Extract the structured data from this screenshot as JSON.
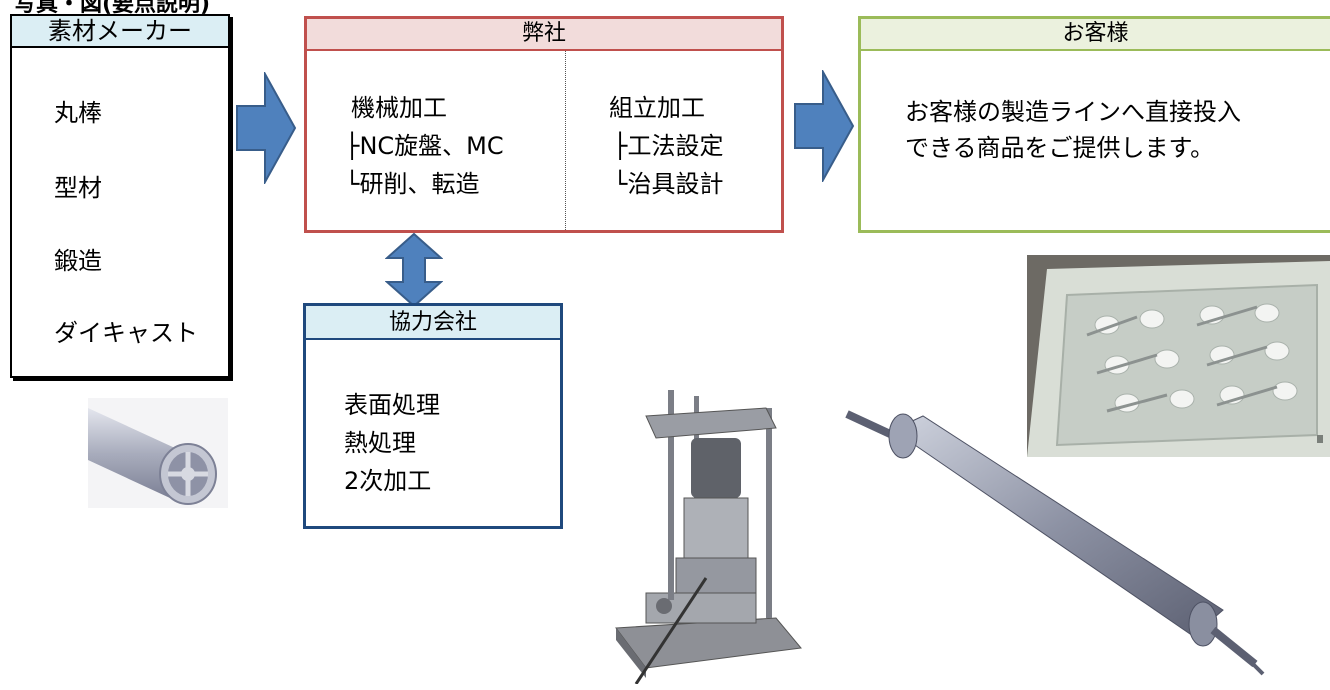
{
  "page": {
    "caption": "写真・図(要点説明)"
  },
  "material_maker": {
    "title": "素材メーカー",
    "items": [
      "丸棒",
      "型材",
      "鍛造",
      "ダイキャスト"
    ]
  },
  "company": {
    "title": "弊社",
    "machining": {
      "heading": "機械加工",
      "line1": "├NC旋盤、MC",
      "line2": "└研削、転造"
    },
    "assembly": {
      "heading": "組立加工",
      "line1": "├工法設定",
      "line2": "└治具設計"
    }
  },
  "customer": {
    "title": "お客様",
    "line1": "お客様の製造ラインへ直接投入",
    "line2": "できる商品をご提供します。"
  },
  "partner": {
    "title": "協力会社",
    "items": [
      "表面処理",
      "熱処理",
      "2次加工"
    ]
  },
  "colors": {
    "material_border": "#000000",
    "material_header": "#dbeef4",
    "company_border": "#c0504d",
    "company_header": "#f2dcdb",
    "customer_border": "#9bbb59",
    "customer_header": "#ebf1de",
    "partner_border": "#1f497d",
    "partner_header": "#dbeef4",
    "arrow_fill": "#4f81bd",
    "arrow_stroke": "#385d8a"
  },
  "images": [
    "hollow-tube-render",
    "jig-fixture-render",
    "long-shaft-render",
    "packaged-parts-photo"
  ]
}
